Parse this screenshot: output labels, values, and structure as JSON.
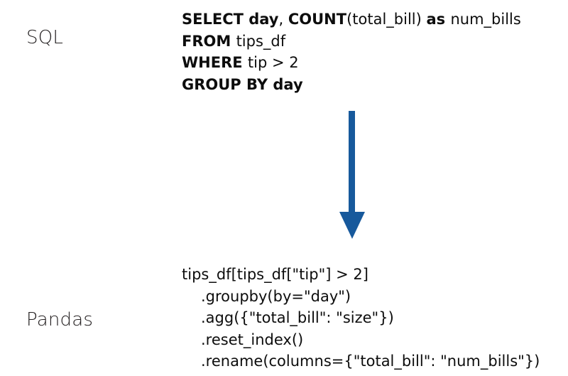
{
  "slide": {
    "background_color": "#ffffff",
    "text_color": "#0d0d0d",
    "label_color": "#231f20",
    "accent_color": "#17599c"
  },
  "labels": {
    "sql": "SQL",
    "pandas": "Pandas"
  },
  "sql_query": {
    "lines": [
      {
        "tokens": [
          {
            "text": "SELECT ",
            "bold": true
          },
          {
            "text": "day",
            "bold": true
          },
          {
            "text": ", ",
            "bold": false
          },
          {
            "text": "COUNT",
            "bold": true
          },
          {
            "text": "(total_bill) ",
            "bold": false
          },
          {
            "text": "as ",
            "bold": true
          },
          {
            "text": "num_bills",
            "bold": false
          }
        ],
        "plain": "SELECT day, COUNT(total_bill) as num_bills"
      },
      {
        "tokens": [
          {
            "text": "FROM ",
            "bold": true
          },
          {
            "text": "tips_df",
            "bold": false
          }
        ],
        "plain": "FROM tips_df"
      },
      {
        "tokens": [
          {
            "text": "WHERE ",
            "bold": true
          },
          {
            "text": "tip > 2",
            "bold": false
          }
        ],
        "plain": "WHERE tip > 2"
      },
      {
        "tokens": [
          {
            "text": "GROUP BY day",
            "bold": true
          }
        ],
        "plain": "GROUP BY day"
      }
    ]
  },
  "pandas_code": {
    "lines": [
      {
        "text": "tips_df[tips_df[\"tip\"] > 2]",
        "indent": false
      },
      {
        "text": ".groupby(by=\"day\")",
        "indent": true
      },
      {
        "text": ".agg({\"total_bill\": \"size\"})",
        "indent": true
      },
      {
        "text": ".reset_index()",
        "indent": true
      },
      {
        "text": ".rename(columns={\"total_bill\": \"num_bills\"})",
        "indent": true
      }
    ]
  },
  "arrow": {
    "direction": "down",
    "color": "#17599c",
    "from": "sql_query",
    "to": "pandas_code"
  }
}
